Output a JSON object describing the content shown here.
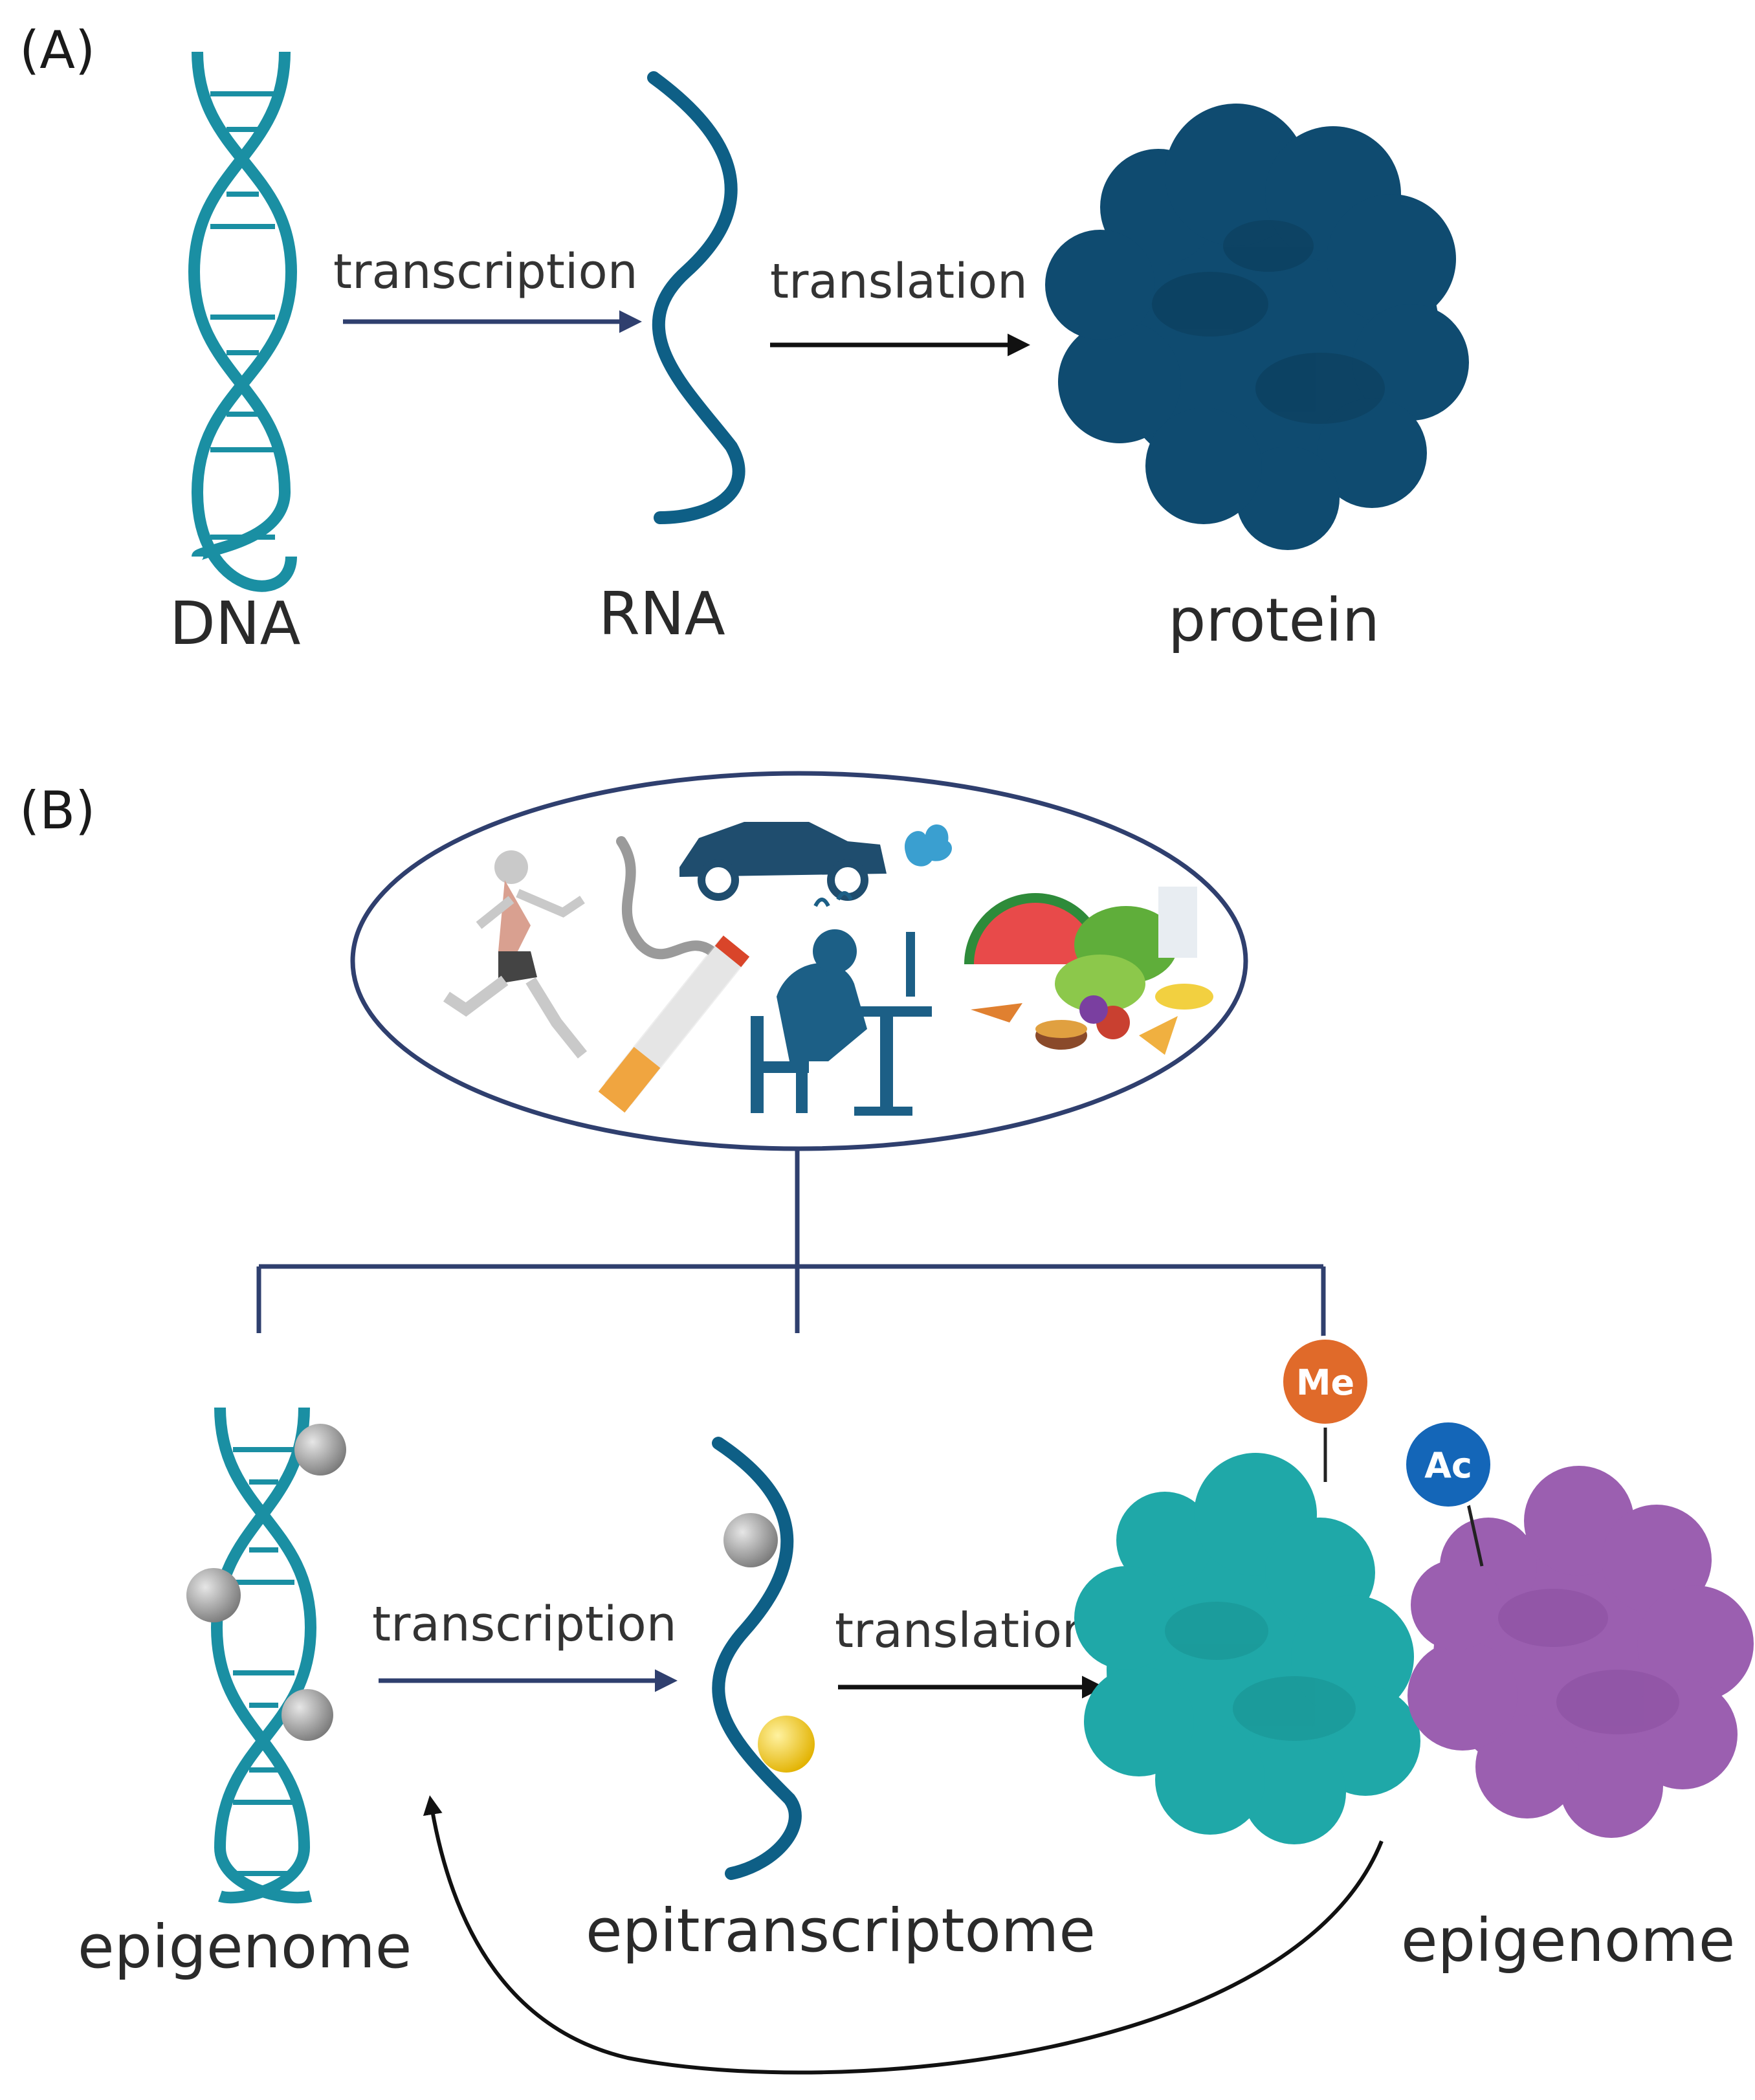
{
  "panel_a": {
    "label": "(A)",
    "nodes": {
      "dna": "DNA",
      "rna": "RNA",
      "protein": "protein"
    },
    "arrows": {
      "transcription": "transcription",
      "translation": "translation"
    }
  },
  "panel_b": {
    "label": "(B)",
    "exposures": [
      "runner-icon",
      "cigarette-icon",
      "car-exhaust-icon",
      "stressed-worker-icon",
      "food-icon"
    ],
    "badges": {
      "methyl": "Me",
      "acetyl": "Ac"
    },
    "arrows": {
      "transcription": "transcription",
      "translation": "translation"
    },
    "nodes": {
      "dna": "epigenome",
      "rna": "epitranscriptome",
      "protein": "epigenome"
    }
  },
  "colors": {
    "dna": "#1a8fa3",
    "rna": "#0e5f86",
    "protein_dark": "#0f4b70",
    "protein_teal": "#1fa8a8",
    "protein_purple": "#9b5fb0",
    "methyl": "#e06a2a",
    "acetyl": "#1466b8",
    "line": "#2f3f6e"
  }
}
